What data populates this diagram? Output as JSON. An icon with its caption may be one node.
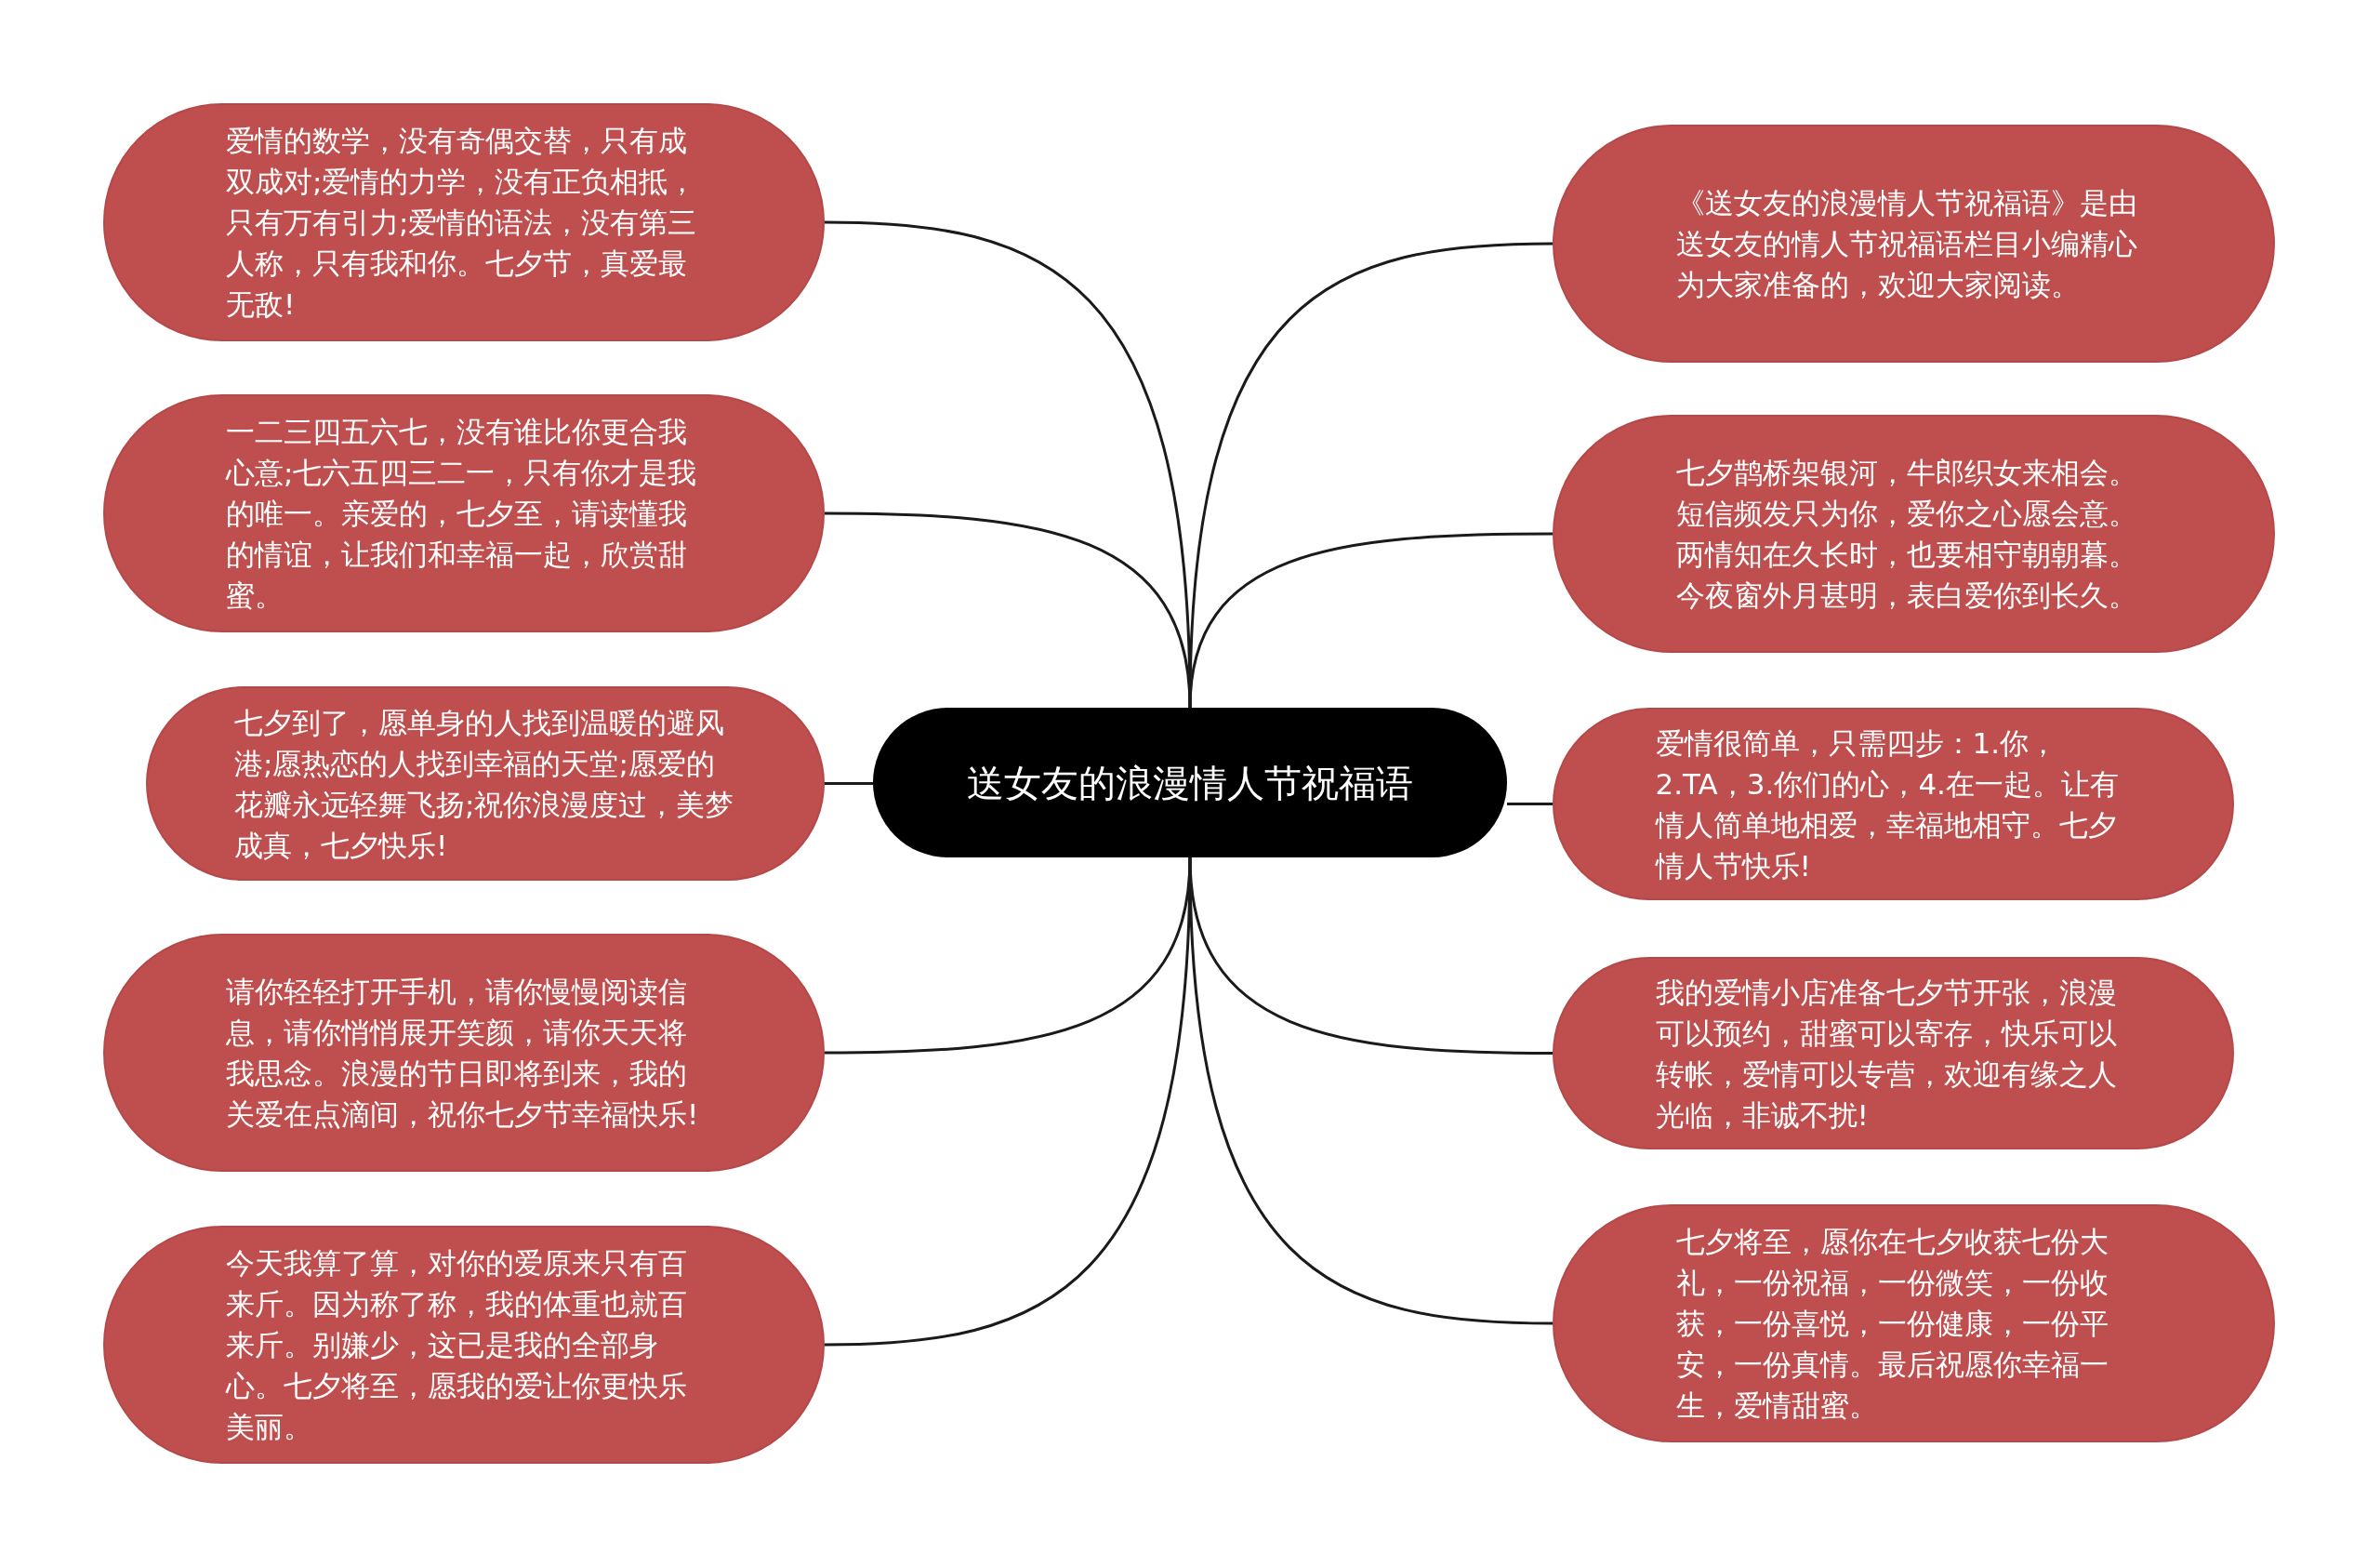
{
  "diagram": {
    "nodes": [
      {
        "text": [
          "送女友的浪漫情人节祝福语"
        ]
      },
      {
        "text": [
          "爱情的数学，没有奇偶交替，只有成双成对;爱情的力学，没有正负相抵，只有万有引力;爱情的语法，没有第三人称，只有我和你。七夕节，真爱最无敌!"
        ]
      },
      {
        "text": [
          "一二三四五六七，没有谁比你更合我心意;七六五四三二一，只有你才是我的唯一。亲爱的，七夕至，请读懂我的情谊，让我们和幸福一起，欣赏甜蜜。"
        ]
      },
      {
        "text": [
          "七夕到了，愿单身的人找到温暖的避风港;愿热恋的人找到幸福的天堂;愿爱的花瓣永远轻舞飞扬;祝你浪漫度过，美梦成真，七夕快乐!"
        ]
      },
      {
        "text": [
          "请你轻轻打开手机，请你慢慢阅读信息，请你悄悄展开笑颜，请你天天将我思念。浪漫的节日即将到来，我的关爱在点滴间，祝你七夕节幸福快乐!"
        ]
      },
      {
        "text": [
          "今天我算了算，对你的爱原来只有百来斤。因为称了称，我的体重也就百来斤。别嫌少，这已是我的全部身心。七夕将至，愿我的爱让你更快乐美丽。"
        ]
      },
      {
        "text": [
          "《送女友的浪漫情人节祝福语》是由送女友的情人节祝福语栏目小编精心为大家准备的，欢迎大家阅读。"
        ]
      },
      {
        "text": [
          "七夕鹊桥架银河，牛郎织女来相会。短信频发只为你，爱你之心愿会意。两情知在久长时，也要相守朝朝暮。今夜窗外月甚明，表白爱你到长久。"
        ]
      },
      {
        "text": [
          "爱情很简单，只需四步：1.你，2.TA，3.你们的心，4.在一起。让有情人简单地相爱，幸福地相守。七夕情人节快乐!"
        ]
      },
      {
        "text": [
          "我的爱情小店准备七夕节开张，浪漫可以预约，甜蜜可以寄存，快乐可以转帐，爱情可以专营，欢迎有缘之人光临，非诚不扰!"
        ]
      },
      {
        "text": [
          "七夕将至，愿你在七夕收获七份大礼，一份祝福，一份微笑，一份收获，一份喜悦，一份健康，一份平安，一份真情。最后祝愿你幸福一生，爱情甜蜜。"
        ]
      }
    ],
    "edges": [
      {
        "from": 0,
        "to": 1,
        "arrow": "none"
      },
      {
        "from": 0,
        "to": 2,
        "arrow": "none"
      },
      {
        "from": 0,
        "to": 3,
        "arrow": "none"
      },
      {
        "from": 0,
        "to": 4,
        "arrow": "none"
      },
      {
        "from": 0,
        "to": 5,
        "arrow": "none"
      },
      {
        "from": 0,
        "to": 6,
        "arrow": "none"
      },
      {
        "from": 0,
        "to": 7,
        "arrow": "none"
      },
      {
        "from": 0,
        "to": 8,
        "arrow": "none"
      },
      {
        "from": 0,
        "to": 9,
        "arrow": "none"
      },
      {
        "from": 0,
        "to": 10,
        "arrow": "none"
      }
    ]
  }
}
